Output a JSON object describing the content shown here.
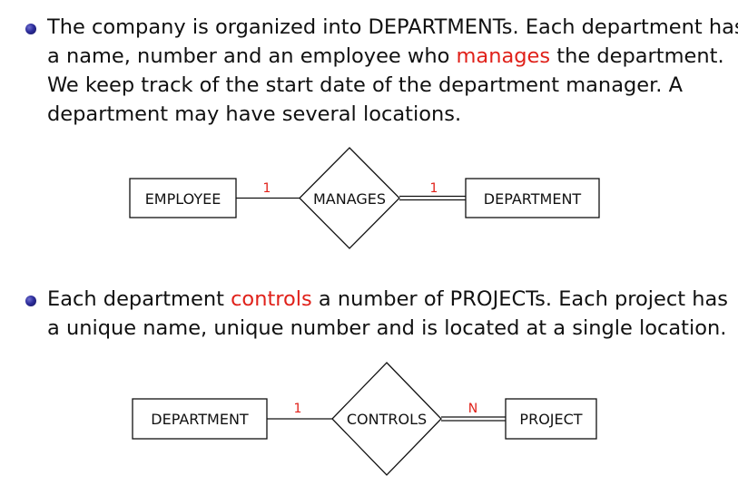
{
  "bullets": [
    {
      "segments": [
        {
          "text": "The company is organized into DEPARTMENTs. Each department has a name, number and an employee who "
        },
        {
          "text": "manages",
          "highlight": true
        },
        {
          "text": " the department. We keep track of the start date of the department manager. A department may have several locations."
        }
      ]
    },
    {
      "segments": [
        {
          "text": "Each department "
        },
        {
          "text": "controls",
          "highlight": true
        },
        {
          "text": " a number of PROJECTs. Each project has a unique name, unique number and is located at a single location."
        }
      ]
    }
  ],
  "diagrams": [
    {
      "left_entity": "EMPLOYEE",
      "relationship": "MANAGES",
      "right_entity": "DEPARTMENT",
      "left_cardinality": "1",
      "right_cardinality": "1",
      "right_participation": "total"
    },
    {
      "left_entity": "DEPARTMENT",
      "relationship": "CONTROLS",
      "right_entity": "PROJECT",
      "left_cardinality": "1",
      "right_cardinality": "N",
      "right_participation": "total"
    }
  ],
  "colors": {
    "highlight": "#e0211a",
    "bullet": "#2c2c9a"
  }
}
